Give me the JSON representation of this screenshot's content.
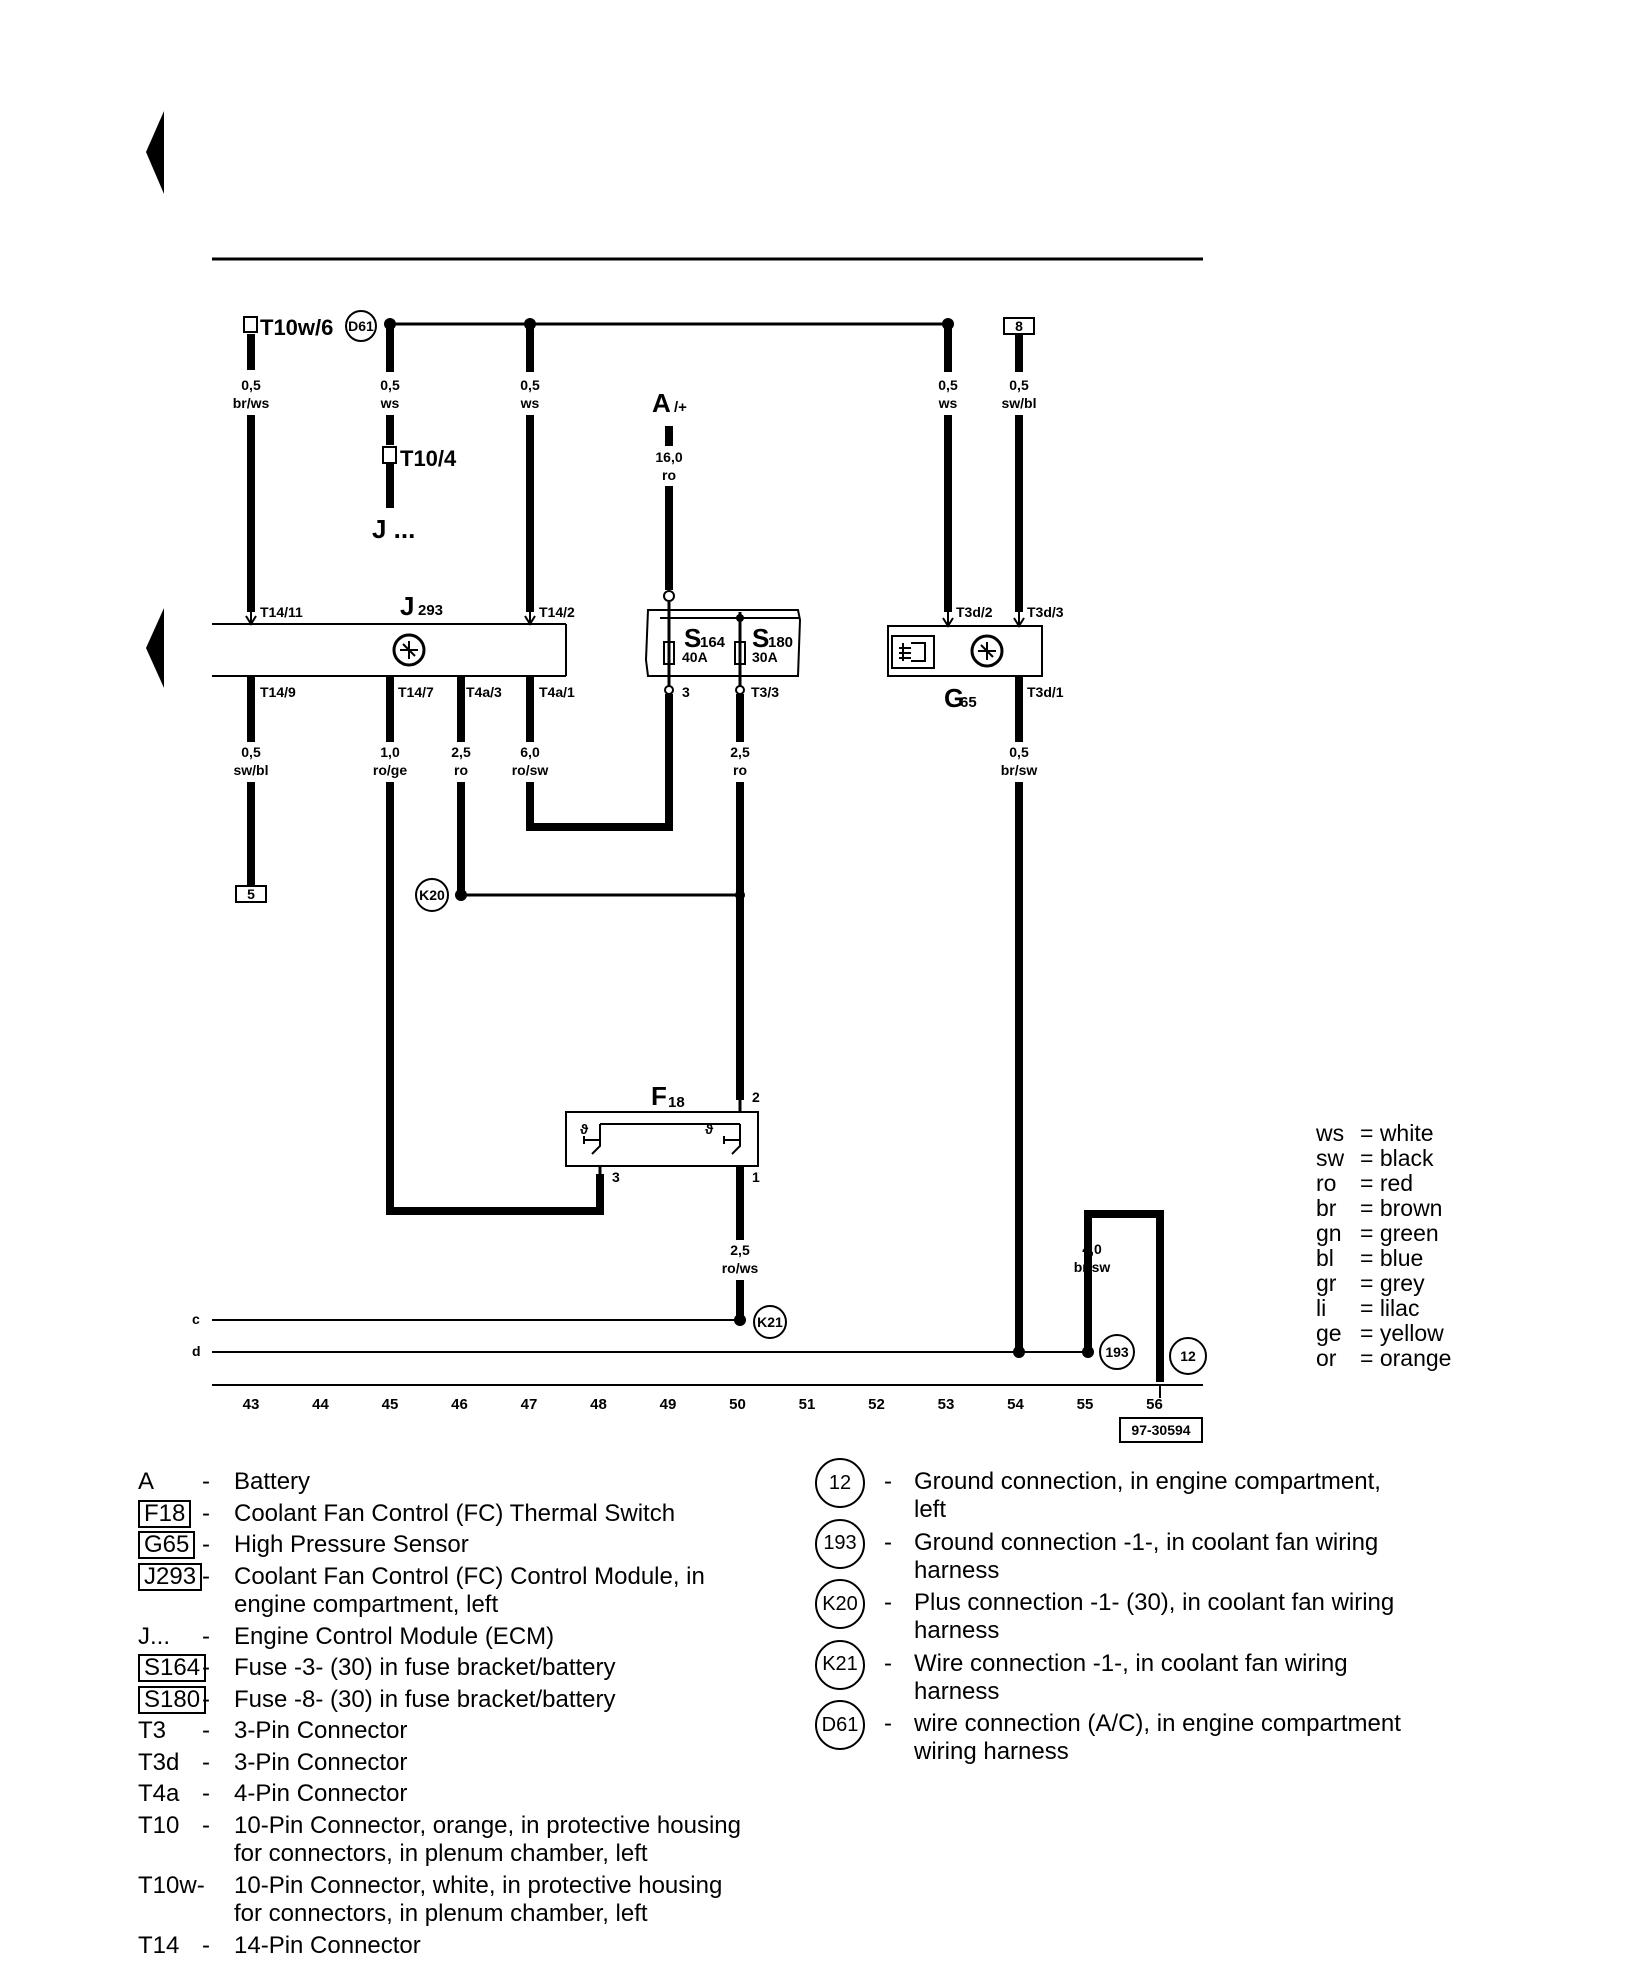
{
  "diagram": {
    "top_wires": {
      "t10w6": {
        "label": "T10w/6",
        "gauge": "0,5",
        "color": "br/ws"
      },
      "d61": "D61",
      "ws1": {
        "gauge": "0,5",
        "color": "ws"
      },
      "ws2": {
        "gauge": "0,5",
        "color": "ws"
      },
      "t104": "T10/4",
      "j": "J ...",
      "a_label": "A",
      "a_sub": "/+",
      "a_wire": {
        "gauge": "16,0",
        "color": "ro"
      },
      "ws3": {
        "gauge": "0,5",
        "color": "ws"
      },
      "box8": "8",
      "swbl": {
        "gauge": "0,5",
        "color": "sw/bl"
      }
    },
    "j293": {
      "name": "J",
      "sub": "293",
      "pins": [
        "T14/11",
        "T14/2",
        "T14/9",
        "T14/7",
        "T4a/3",
        "T4a/1"
      ]
    },
    "fuses": {
      "s164": "S",
      "s164_sub": "164",
      "s164_amp": "40A",
      "s180": "S",
      "s180_sub": "180",
      "s180_amp": "30A",
      "pin3": "3",
      "t33": "T3/3"
    },
    "g65": {
      "name": "G",
      "sub": "65",
      "pins": [
        "T3d/2",
        "T3d/3",
        "T3d/1"
      ]
    },
    "lower_wires": {
      "swbl": {
        "gauge": "0,5",
        "color": "sw/bl"
      },
      "roge": {
        "gauge": "1,0",
        "color": "ro/ge"
      },
      "ro1": {
        "gauge": "2,5",
        "color": "ro"
      },
      "rosw": {
        "gauge": "6,0",
        "color": "ro/sw"
      },
      "ro2": {
        "gauge": "2,5",
        "color": "ro"
      },
      "brsw": {
        "gauge": "0,5",
        "color": "br/sw"
      },
      "box5": "5",
      "k20": "K20"
    },
    "f18": {
      "name": "F",
      "sub": "18",
      "pin2": "2",
      "pin3": "3",
      "pin1": "1"
    },
    "bottom": {
      "rows": {
        "gauge": "2,5",
        "color": "ro/ws"
      },
      "k21": "K21",
      "brsw4": {
        "gauge": "4,0",
        "color": "br/sw"
      },
      "g193": "193",
      "g12": "12",
      "c": "c",
      "d": "d",
      "columns": [
        "43",
        "44",
        "45",
        "46",
        "47",
        "48",
        "49",
        "50",
        "51",
        "52",
        "53",
        "54",
        "55",
        "56"
      ],
      "ref": "97-30594"
    }
  },
  "color_key": [
    {
      "code": "ws",
      "name": "= white"
    },
    {
      "code": "sw",
      "name": "= black"
    },
    {
      "code": "ro",
      "name": "= red"
    },
    {
      "code": "br",
      "name": "= brown"
    },
    {
      "code": "gn",
      "name": "= green"
    },
    {
      "code": "bl",
      "name": "= blue"
    },
    {
      "code": "gr",
      "name": "= grey"
    },
    {
      "code": "li",
      "name": "= lilac"
    },
    {
      "code": "ge",
      "name": "= yellow"
    },
    {
      "code": "or",
      "name": "= orange"
    }
  ],
  "legend_left": [
    {
      "code": "A",
      "boxed": false,
      "dash": "-",
      "text": "Battery"
    },
    {
      "code": "F18",
      "boxed": true,
      "dash": "-",
      "text": "Coolant Fan Control (FC) Thermal Switch"
    },
    {
      "code": "G65",
      "boxed": true,
      "dash": "-",
      "text": "High Pressure Sensor"
    },
    {
      "code": "J293",
      "boxed": true,
      "dash": "-",
      "text": "Coolant Fan Control (FC) Control Module, in",
      "text2": "engine compartment, left"
    },
    {
      "code": "J...",
      "boxed": false,
      "dash": "-",
      "text": "Engine Control Module (ECM)"
    },
    {
      "code": "S164",
      "boxed": true,
      "dash": "-",
      "text": "Fuse -3- (30) in fuse bracket/battery"
    },
    {
      "code": "S180",
      "boxed": true,
      "dash": "-",
      "text": "Fuse -8- (30) in fuse bracket/battery"
    },
    {
      "code": "T3",
      "boxed": false,
      "dash": "-",
      "text": "3-Pin Connector"
    },
    {
      "code": "T3d",
      "boxed": false,
      "dash": "-",
      "text": "3-Pin Connector"
    },
    {
      "code": "T4a",
      "boxed": false,
      "dash": "-",
      "text": "4-Pin Connector"
    },
    {
      "code": "T10",
      "boxed": false,
      "dash": "-",
      "text": "10-Pin Connector, orange, in protective housing",
      "text2": "for connectors, in plenum chamber, left"
    },
    {
      "code": "T10w-",
      "boxed": false,
      "dash": "",
      "text": "10-Pin Connector, white, in protective housing",
      "text2": "for connectors, in plenum chamber, left"
    },
    {
      "code": "T14",
      "boxed": false,
      "dash": "-",
      "text": "14-Pin Connector"
    }
  ],
  "legend_right": [
    {
      "code": "12",
      "dash": "-",
      "text": "Ground connection, in engine compartment,",
      "text2": "left"
    },
    {
      "code": "193",
      "dash": "-",
      "text": "Ground connection -1-, in coolant fan wiring",
      "text2": "harness"
    },
    {
      "code": "K20",
      "dash": "-",
      "text": "Plus connection -1- (30), in coolant fan wiring",
      "text2": "harness"
    },
    {
      "code": "K21",
      "dash": "-",
      "text": "Wire connection -1-, in coolant fan wiring",
      "text2": "harness"
    },
    {
      "code": "D61",
      "dash": "-",
      "text": "wire connection (A/C), in engine compartment",
      "text2": "wiring harness"
    }
  ]
}
